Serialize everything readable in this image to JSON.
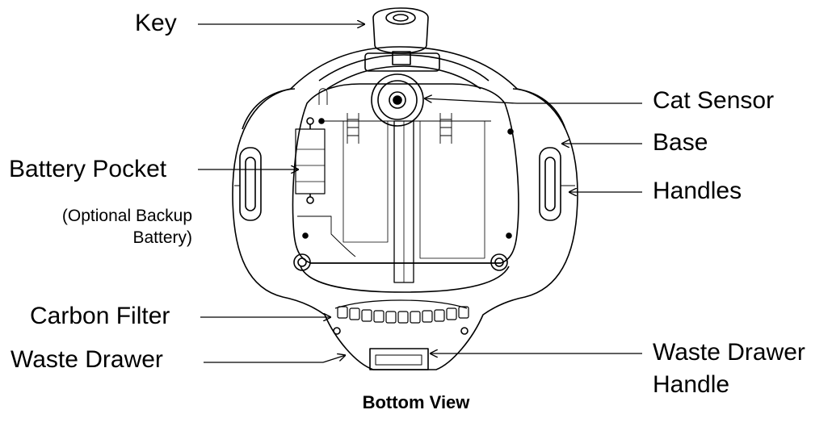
{
  "labels": {
    "key": "Key",
    "battery_pocket": "Battery Pocket",
    "battery_note_line1": "(Optional Backup",
    "battery_note_line2": "Battery)",
    "carbon_filter": "Carbon Filter",
    "waste_drawer": "Waste Drawer",
    "cat_sensor": "Cat Sensor",
    "base": "Base",
    "handles": "Handles",
    "waste_drawer_handle_line1": "Waste Drawer",
    "waste_drawer_handle_line2": "Handle"
  },
  "caption": "Bottom View"
}
